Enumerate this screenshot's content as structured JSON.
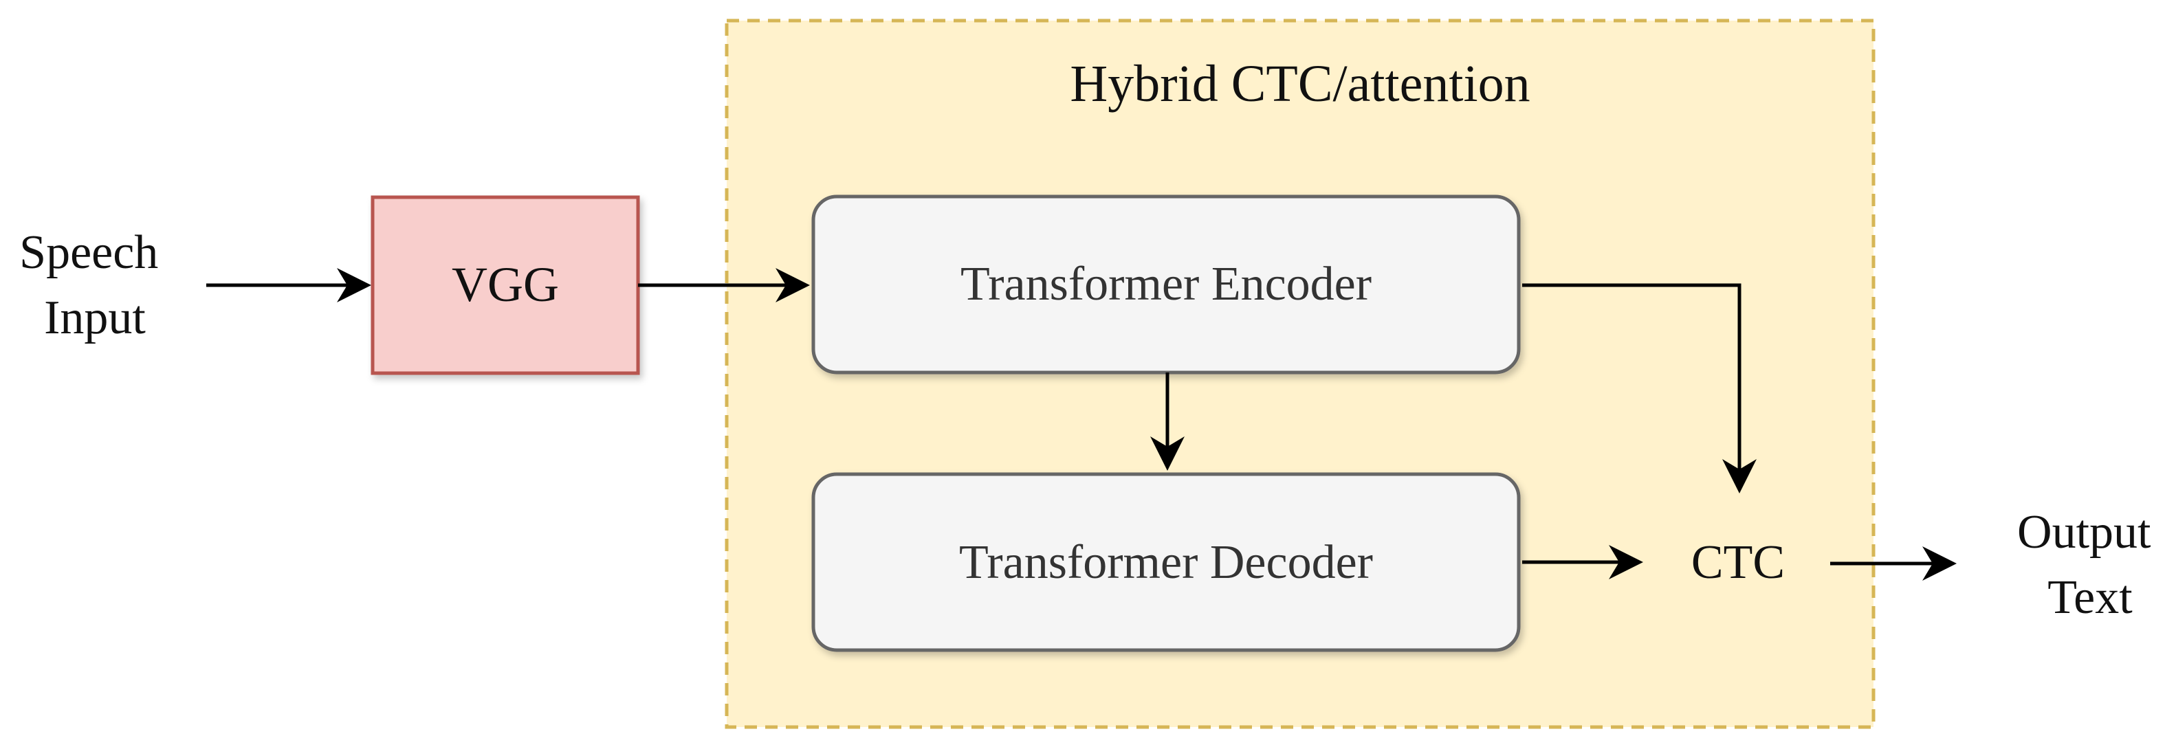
{
  "title": "Hybrid CTC/attention",
  "input_label": {
    "line1": "Speech",
    "line2": "Input"
  },
  "output_label": {
    "line1": "Output",
    "line2": "Text"
  },
  "nodes": {
    "vgg": "VGG",
    "encoder": "Transformer Encoder",
    "decoder": "Transformer Decoder",
    "ctc": "CTC"
  },
  "colors": {
    "container_fill": "#fff2cc",
    "container_border": "#d6b656",
    "vgg_fill": "#f8cecc",
    "vgg_border": "#b85450",
    "block_fill": "#f5f5f5",
    "block_border": "#666666",
    "arrow": "#000000"
  }
}
